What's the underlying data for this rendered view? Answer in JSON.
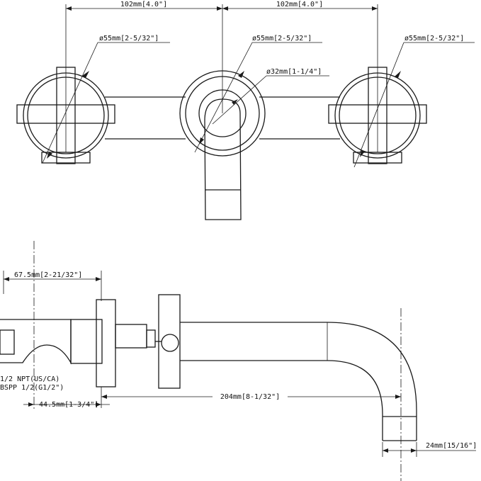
{
  "dimensions": {
    "top_left_spacing": "102mm[4.0\"]",
    "top_right_spacing": "102mm[4.0\"]",
    "left_handle_diameter": "ø55mm[2-5/32\"]",
    "center_plate_diameter": "ø55mm[2-5/32\"]",
    "right_handle_diameter": "ø55mm[2-5/32\"]",
    "spout_diameter": "ø32mm[1-1/4\"]",
    "wall_depth": "67.5mm[2-21/32\"]",
    "npt_label": "1/2 NPT(US/CA)",
    "bspp_label": "BSPP 1/2(G1/2\")",
    "valve_depth": "44.5mm[1-3/4\"]",
    "spout_reach": "204mm[8-1/32\"]",
    "spout_outlet": "24mm[15/16\"]"
  }
}
